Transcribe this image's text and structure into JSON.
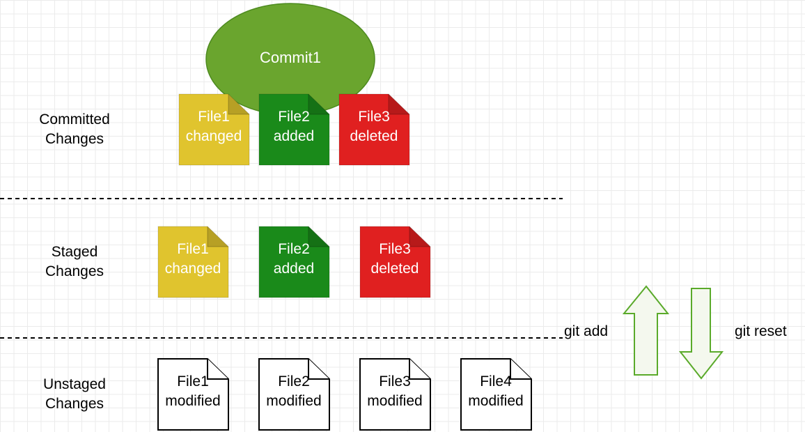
{
  "commit": {
    "label": "Commit1",
    "color": "#6aa52e"
  },
  "sections": {
    "committed": {
      "line1": "Committed",
      "line2": "Changes"
    },
    "staged": {
      "line1": "Staged",
      "line2": "Changes"
    },
    "unstaged": {
      "line1": "Unstaged",
      "line2": "Changes"
    }
  },
  "files": {
    "committed": [
      {
        "name": "File1",
        "status": "changed",
        "color": "#e0c42e"
      },
      {
        "name": "File2",
        "status": "added",
        "color": "#1a8a1a"
      },
      {
        "name": "File3",
        "status": "deleted",
        "color": "#e02020"
      }
    ],
    "staged": [
      {
        "name": "File1",
        "status": "changed",
        "color": "#e0c42e"
      },
      {
        "name": "File2",
        "status": "added",
        "color": "#1a8a1a"
      },
      {
        "name": "File3",
        "status": "deleted",
        "color": "#e02020"
      }
    ],
    "unstaged": [
      {
        "name": "File1",
        "status": "modified",
        "color": "#ffffff"
      },
      {
        "name": "File2",
        "status": "modified",
        "color": "#ffffff"
      },
      {
        "name": "File3",
        "status": "modified",
        "color": "#ffffff"
      },
      {
        "name": "File4",
        "status": "modified",
        "color": "#ffffff"
      }
    ]
  },
  "commands": {
    "add": {
      "label": "git add",
      "direction": "up",
      "color": "#f4f8ee",
      "stroke": "#5aaa2a"
    },
    "reset": {
      "label": "git reset",
      "direction": "down",
      "color": "#f4f8ee",
      "stroke": "#5aaa2a"
    }
  }
}
